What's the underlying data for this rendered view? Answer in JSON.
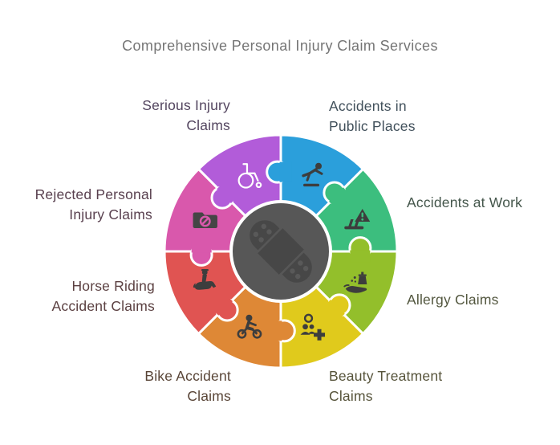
{
  "title": {
    "text": "Comprehensive Personal Injury Claim Services",
    "color": "#757575"
  },
  "background_color": "#ffffff",
  "wheel": {
    "outline_color": "#ffffff",
    "icon_ink_color": "#3d3d3d",
    "center": {
      "icon": "bandage-icon",
      "circle_color": "#575757",
      "bandage_color": "#474747",
      "dot_color": "#595959"
    }
  },
  "segments": [
    {
      "id": "accidents-public-places",
      "label": "Accidents in\nPublic Places",
      "color": "#2B9FDB",
      "label_color": "#41505B",
      "icon": "slip-fall-icon"
    },
    {
      "id": "accidents-at-work",
      "label": "Accidents at Work",
      "color": "#3CBE7E",
      "label_color": "#44564B",
      "icon": "construction-warning-icon"
    },
    {
      "id": "allergy-claims",
      "label": "Allergy Claims",
      "color": "#93BF2B",
      "label_color": "#53573F",
      "icon": "allergy-hand-icon"
    },
    {
      "id": "beauty-treatment-claims",
      "label": "Beauty Treatment\nClaims",
      "color": "#E0CA1C",
      "label_color": "#56533A",
      "icon": "people-plus-icon"
    },
    {
      "id": "bike-accident-claims",
      "label": "Bike Accident\nClaims",
      "color": "#DE8836",
      "label_color": "#594537",
      "icon": "motorcycle-icon"
    },
    {
      "id": "horse-riding-claims",
      "label": "Horse Riding\nAccident Claims",
      "color": "#E05452",
      "label_color": "#5C4142",
      "icon": "horse-rider-icon"
    },
    {
      "id": "rejected-injury-claims",
      "label": "Rejected Personal\nInjury Claims",
      "color": "#D958AC",
      "label_color": "#59404F",
      "icon": "folder-rejected-icon"
    },
    {
      "id": "serious-injury-claims",
      "label": "Serious Injury\nClaims",
      "color": "#B25CD9",
      "label_color": "#53455F",
      "icon": "wheelchair-icon"
    }
  ]
}
